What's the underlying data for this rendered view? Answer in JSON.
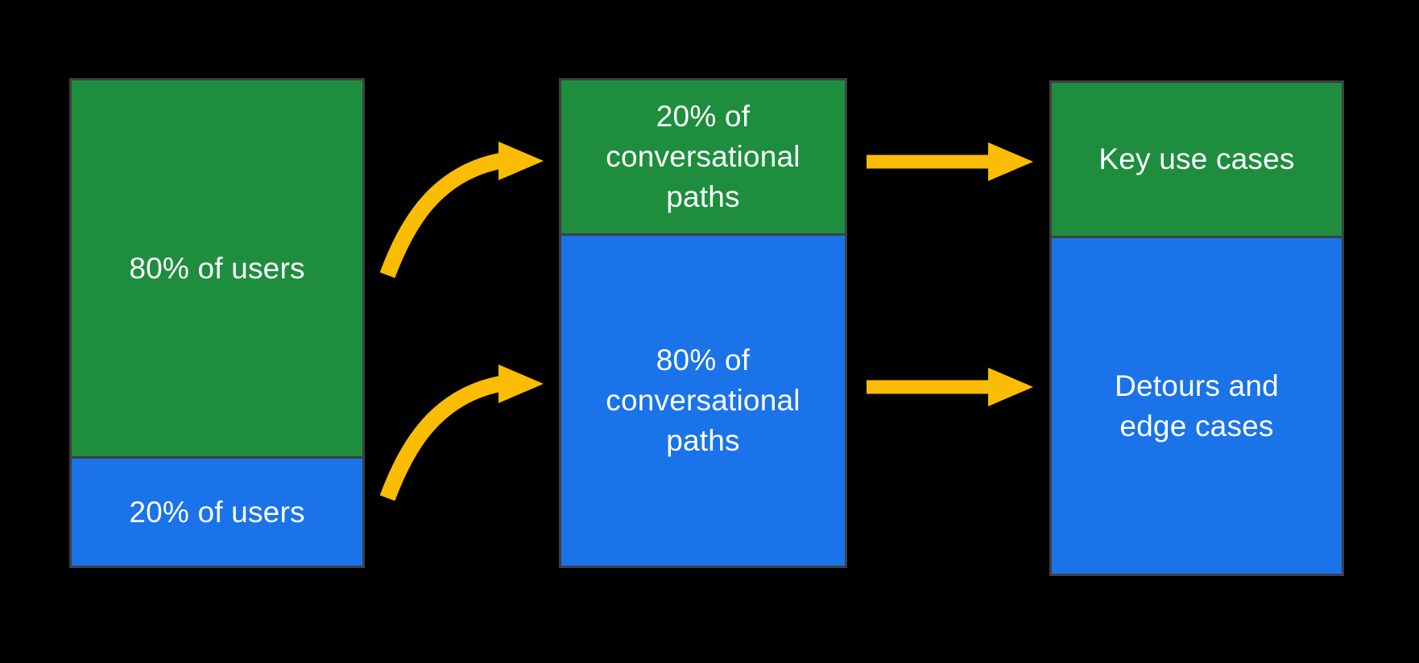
{
  "colors": {
    "background": "#000000",
    "green": "#1E8E3E",
    "blue": "#1A73E8",
    "arrow": "#FBBC04",
    "border": "#3C4043",
    "text": "#FFFFFF"
  },
  "columns": [
    {
      "id": "users",
      "segments": [
        {
          "fill": "green",
          "label": "80% of users",
          "value_pct": 80
        },
        {
          "fill": "blue",
          "label": "20% of users",
          "value_pct": 20
        }
      ]
    },
    {
      "id": "conversational-paths",
      "segments": [
        {
          "fill": "green",
          "label": "20% of\nconversational\npaths",
          "value_pct": 20
        },
        {
          "fill": "blue",
          "label": "80% of\nconversational\npaths",
          "value_pct": 80
        }
      ]
    },
    {
      "id": "outcomes",
      "segments": [
        {
          "fill": "green",
          "label": "Key use cases"
        },
        {
          "fill": "blue",
          "label": "Detours and\nedge cases"
        }
      ]
    }
  ],
  "arrows": [
    {
      "id": "users-80-to-paths-20",
      "style": "curved",
      "from": "80% of users",
      "to": "20% of conversational paths"
    },
    {
      "id": "users-20-to-paths-80",
      "style": "curved",
      "from": "20% of users",
      "to": "80% of conversational paths"
    },
    {
      "id": "paths-20-to-key-use-cases",
      "style": "straight",
      "from": "20% of conversational paths",
      "to": "Key use cases"
    },
    {
      "id": "paths-80-to-detours",
      "style": "straight",
      "from": "80% of conversational paths",
      "to": "Detours and edge cases"
    }
  ]
}
